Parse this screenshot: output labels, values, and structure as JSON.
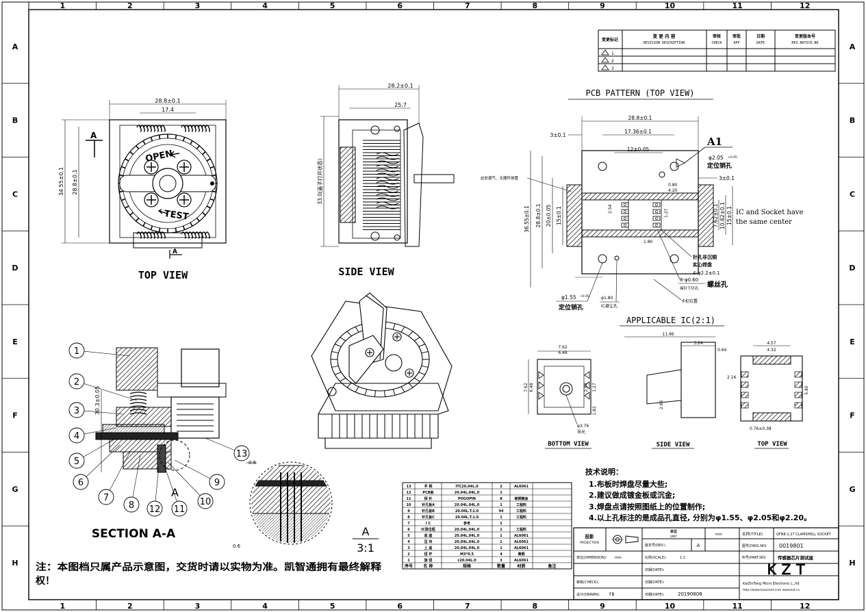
{
  "frame": {
    "columns": [
      "1",
      "2",
      "3",
      "4",
      "5",
      "6",
      "7",
      "8",
      "9",
      "10",
      "11",
      "12"
    ],
    "rows": [
      "A",
      "B",
      "C",
      "D",
      "E",
      "F",
      "G",
      "H"
    ]
  },
  "revision_table": {
    "headers": {
      "mark": "变更标记",
      "desc_cn": "变 更 内 容",
      "desc_en": "REVISION DESCRIPTION",
      "check_cn": "审核",
      "check_en": "CHECK",
      "app_cn": "审批",
      "app_en": "APP",
      "date_cn": "日期",
      "date_en": "DATE",
      "notice_cn": "变更版本号",
      "notice_en": "REV.NOTICE.NO"
    },
    "rows": [
      "1",
      "2",
      "3"
    ]
  },
  "views": {
    "top_view": "TOP VIEW",
    "side_view": "SIDE VIEW",
    "pcb_pattern": "PCB PATTERN (TOP VIEW)",
    "applicable_ic": "APPLICABLE IC(2:1)",
    "section": "SECTION A-A",
    "bottom_view": "BOTTOM VIEW",
    "ic_side_view": "SIDE VIEW",
    "ic_top_view": "TOP VIEW",
    "detail_letter": "A",
    "detail_scale": "3:1"
  },
  "top_view": {
    "dim_28_8": "28.8±0.1",
    "dim_17_4": "17.4",
    "dim_34_55": "34.55±0.1",
    "dim_28_8_v": "28.8±0.1",
    "open": "OPEN",
    "test": "TEST",
    "sec_a": "A",
    "sec_a2": "A"
  },
  "side_view": {
    "dim_28_2": "28.2±0.1",
    "dim_25_7": "25.7",
    "dim_33_0": "33.0(盖子打开状态)"
  },
  "pcb": {
    "dim_28_8": "28.8±0.1",
    "dim_17_36": "17.36±0.1",
    "dim_12": "12±0.05",
    "dim_3_l": "3±0.1",
    "dim_3_r": "3±0.1",
    "dim_36_55": "36.55±0.1",
    "dim_28_8_v": "28.8±0.1",
    "dim_20": "20±0.05",
    "dim_15": "15±0.1",
    "dim_7_62": "7.62±0.1",
    "dim_10_62": "10.62±0.1",
    "dim_15_r": "15±0.1",
    "a1": "A1",
    "hole_205": "φ2.05",
    "hole_205_tol": "+0.05",
    "locate_hole": "定位销孔",
    "center_note_1": "IC and Socket have",
    "center_note_2": "the same center",
    "pin_note": "针孔非沉铜",
    "solid_pad": "实心焊盘",
    "hole_22": "4-φ2.2±0.1",
    "screw_hole": "螺丝孔",
    "hole_060": "8-φ0.60",
    "pin_hole": "探针下针孔",
    "mount_label": "卡扣位置",
    "hole_155": "φ1.55",
    "hole_155_tol": "+0.05",
    "locate_hole_2": "定位销孔",
    "hole_080": "φ1.80",
    "ic_hole": "IC避让孔",
    "avoid_note": "此处避气、无器件放置",
    "d_254": "2.54",
    "d_127": "1.27",
    "d_180": "1.80",
    "d_080": "0.80",
    "d_420": "4.20"
  },
  "ic": {
    "bottom_w1": "7.62",
    "bottom_w2": "6.48",
    "bottom_h1": "7.62",
    "bottom_h2": "6.48",
    "bottom_p": "2.54",
    "bottom_q": "1.27",
    "bottom_r": "1.82",
    "bottom_dot": "φ3.76",
    "bottom_dot2": "导光",
    "side_total": "11.96",
    "side_body": "3.24",
    "side_gap": "0.64",
    "side_pin": "2.66",
    "top_w1": "4.57",
    "top_w2": "4.32",
    "top_h": "5.80",
    "top_pin": "2.16",
    "top_pad": "0.76±0.38"
  },
  "section": {
    "height": "30.3±0.05",
    "callouts": [
      "1",
      "2",
      "3",
      "4",
      "5",
      "6",
      "7",
      "8",
      "9",
      "10",
      "11",
      "12",
      "13"
    ],
    "detail_dim": "0.6",
    "detail_dim2": "0.6"
  },
  "tech_notes": {
    "title": "技术说明：",
    "items": [
      "1.布板时焊盘尽量大些;",
      "2.建议做成镀金板或沉金;",
      "3.焊盘点请按照图纸上的位置制作;",
      "4.以上孔标注的是成品孔直径, 分别为φ1.55、φ2.05和φ2.20。"
    ]
  },
  "disclaimer": "注：本图档只属产品示意图，交货时请以实物为准。凯智通拥有最终解释权！",
  "bom": {
    "headers": [
      "序号",
      "名 称",
      "规格",
      "数量",
      "材质",
      "备注"
    ],
    "rows": [
      [
        "13",
        "手 柄",
        "ITC20.04L.0",
        "2",
        "AL6061",
        ""
      ],
      [
        "12",
        "PCB板",
        "20.04L.04L.0",
        "1",
        "",
        ""
      ],
      [
        "11",
        "探 针",
        "POGOPIN",
        "8",
        "铍铜镀金",
        ""
      ],
      [
        "10",
        "针孔板A",
        "20.04L.04L.0",
        "1",
        "工程料",
        ""
      ],
      [
        "9",
        "针孔板B",
        "20.04L.T.1.0",
        "44",
        "工程料",
        ""
      ],
      [
        "8",
        "针孔板C",
        "20.04L.T.1.0",
        "1",
        "工程料",
        ""
      ],
      [
        "7",
        "I C",
        "参考",
        "1",
        "",
        ""
      ],
      [
        "6",
        "IC限位框",
        "20.04L.04L.0",
        "1",
        "工程料",
        ""
      ],
      [
        "5",
        "底 座",
        "20.04L.04L.0",
        "1",
        "AL6061",
        ""
      ],
      [
        "4",
        "压 块",
        "20.04L.04L.0",
        "1",
        "AL6061",
        ""
      ],
      [
        "3",
        "上 盖",
        "20.04L.04L.0",
        "1",
        "AL6061",
        ""
      ],
      [
        "2",
        "扭 杆",
        "M3*0.5",
        "4",
        "黄铜",
        ""
      ],
      [
        "1",
        "旋 钮",
        "c20.04L.0",
        "3",
        "AL6061",
        ""
      ]
    ]
  },
  "title_block": {
    "projection_cn": "投影",
    "projection_en": "PROJECTION",
    "unit_cn": "单位",
    "unit_en": "UNIT",
    "unit_val": "mm",
    "rev_label": "版本号(REV.)",
    "rev_val": "A",
    "scale_label": "比例(SCALE):",
    "scale_val": "1:1",
    "dim_label": "单位(DIMENSION):",
    "dim_val": "mm",
    "drawn_label": "设计(DRAWN):",
    "drawn_val": "FB",
    "check_label": "审核(CHECK):",
    "check_date": "日期(DATE):",
    "app_date": "日期(DATE):",
    "date_label": "日期(DATE):",
    "date_val": "20190808",
    "name_label": "名称(TITLE)",
    "name_val": "QFN8-1.27 CLAMSHELL SOCKET",
    "dwg_label": "图号(DWG.NO)",
    "dwg_val": "0019801",
    "part_label": "料号(PART.NO)",
    "part_val": "传感器芯片测试座",
    "logo": "KZT",
    "company": "KaiZhiTong Micro Electronic L.,ltd",
    "website": "http://www.kzsocket.com www.kzt.cn"
  }
}
